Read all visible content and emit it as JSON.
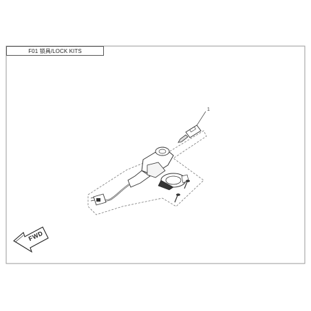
{
  "page": {
    "title": "F01 锁具/LOCK KITS"
  },
  "diagram": {
    "callouts": [
      {
        "label": "1"
      }
    ],
    "fwd_label": "FWD",
    "colors": {
      "line": "#555555",
      "border": "#888888",
      "fill": "#ffffff"
    }
  }
}
